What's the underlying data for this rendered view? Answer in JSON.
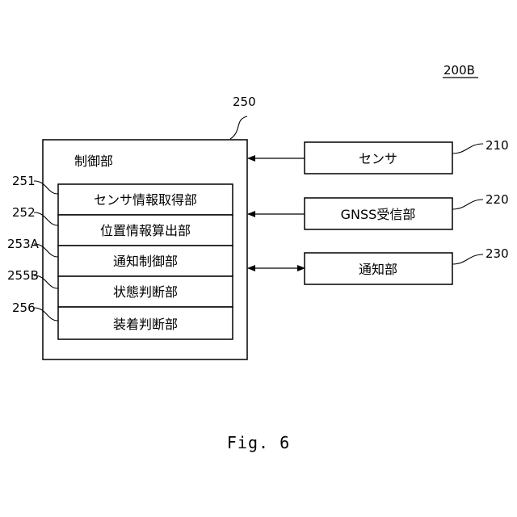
{
  "figure_id": "200B",
  "controller": {
    "ref": "250",
    "title": "制御部",
    "modules": [
      {
        "ref": "251",
        "label": "センサ情報取得部"
      },
      {
        "ref": "252",
        "label": "位置情報算出部"
      },
      {
        "ref": "253A",
        "label": "通知制御部"
      },
      {
        "ref": "255B",
        "label": "状態判断部"
      },
      {
        "ref": "256",
        "label": "装着判断部"
      }
    ]
  },
  "external_units": [
    {
      "ref": "210",
      "label": "センサ",
      "direction": "to-controller"
    },
    {
      "ref": "220",
      "label": "GNSS受信部",
      "direction": "to-controller"
    },
    {
      "ref": "230",
      "label": "通知部",
      "direction": "bidirectional"
    }
  ],
  "caption": "Fig. 6"
}
